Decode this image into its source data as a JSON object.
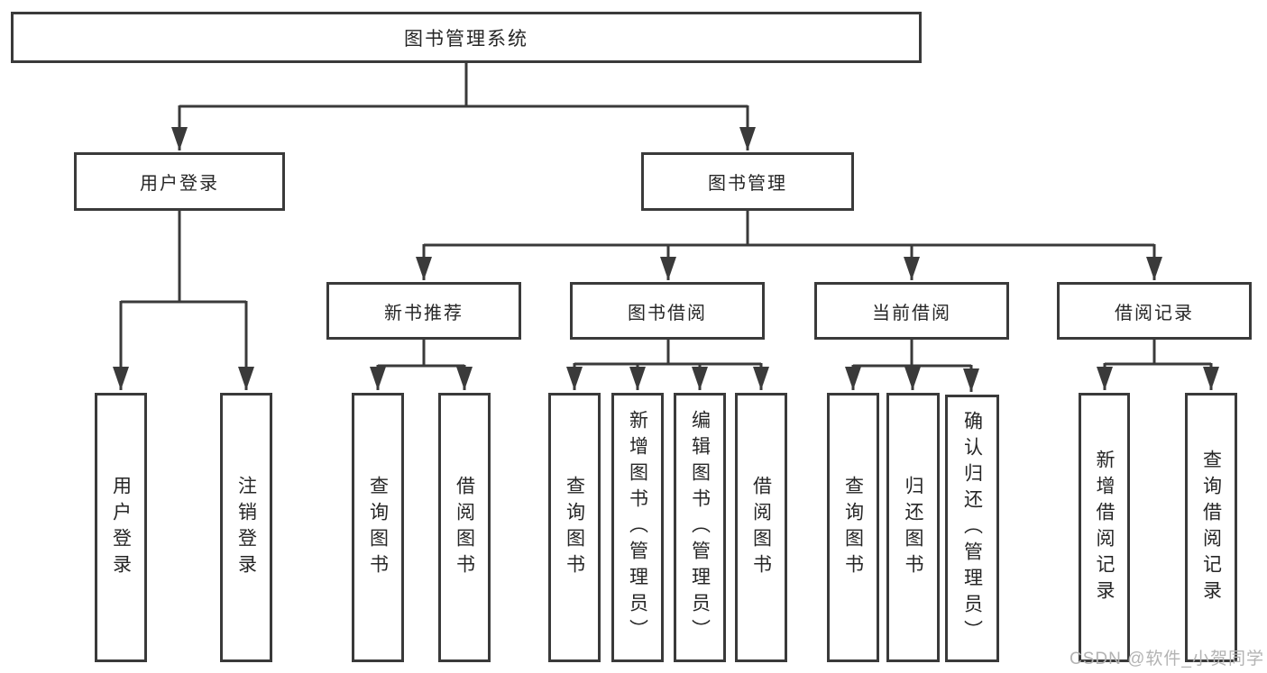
{
  "tree": {
    "root": {
      "label": "图书管理系统"
    },
    "branches": [
      {
        "label": "用户登录",
        "leaves": [
          {
            "label": "用户登录"
          },
          {
            "label": "注销登录"
          }
        ]
      },
      {
        "label": "图书管理",
        "groups": [
          {
            "label": "新书推荐",
            "leaves": [
              {
                "label": "查询图书"
              },
              {
                "label": "借阅图书"
              }
            ]
          },
          {
            "label": "图书借阅",
            "leaves": [
              {
                "label": "查询图书"
              },
              {
                "label": "新增图书（管理员）"
              },
              {
                "label": "编辑图书（管理员）"
              },
              {
                "label": "借阅图书"
              }
            ]
          },
          {
            "label": "当前借阅",
            "leaves": [
              {
                "label": "查询图书"
              },
              {
                "label": "归还图书"
              },
              {
                "label": "确认归还（管理员）"
              }
            ]
          },
          {
            "label": "借阅记录",
            "leaves": [
              {
                "label": "新增借阅记录"
              },
              {
                "label": "查询借阅记录"
              }
            ]
          }
        ]
      }
    ]
  },
  "watermark": {
    "text": "CSDN @软件_小贺同学"
  },
  "colors": {
    "line": "#3a3a3a",
    "text": "#262626",
    "background": "#ffffff",
    "watermark": "#b3b3b3"
  }
}
